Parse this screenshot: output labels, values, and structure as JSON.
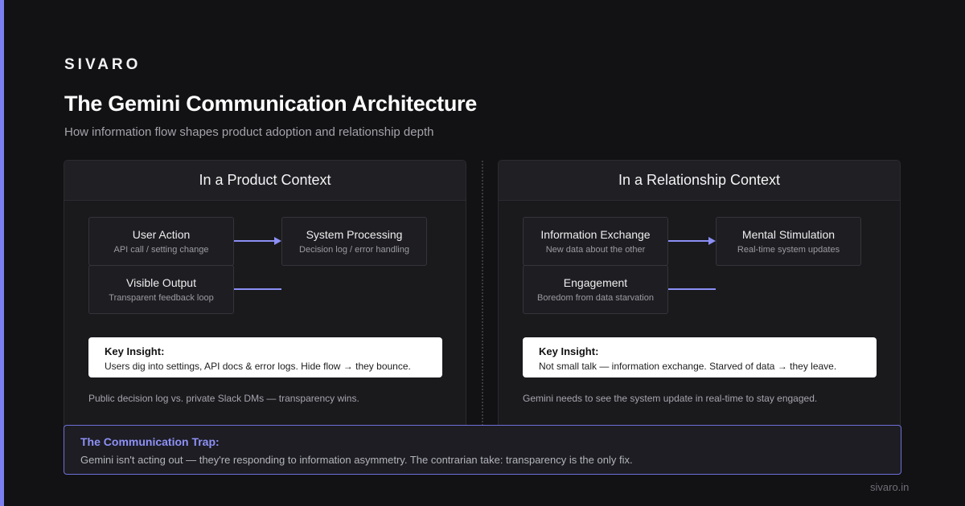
{
  "brand": "SIVARO",
  "title": "The Gemini Communication Architecture",
  "subtitle": "How information flow shapes product adoption and relationship depth",
  "colors": {
    "background": "#121214",
    "accent": "#7b7ff0",
    "arrow": "#8b8ff5",
    "panel": "#1a1a1d"
  },
  "left_panel": {
    "heading": "In a Product Context",
    "nodes": [
      {
        "title": "User Action",
        "subtitle": "API call / setting change"
      },
      {
        "title": "System Processing",
        "subtitle": "Decision log / error handling"
      },
      {
        "title": "Visible Output",
        "subtitle": "Transparent feedback loop"
      }
    ],
    "insight": {
      "label": "Key Insight:",
      "text": "Users dig into settings, API docs & error logs. Hide flow → they bounce."
    },
    "note": "Public decision log vs. private Slack DMs — transparency wins."
  },
  "right_panel": {
    "heading": "In a Relationship Context",
    "nodes": [
      {
        "title": "Information Exchange",
        "subtitle": "New data about the other"
      },
      {
        "title": "Mental Stimulation",
        "subtitle": "Real-time system updates"
      },
      {
        "title": "Engagement",
        "subtitle": "Boredom from data starvation"
      }
    ],
    "insight": {
      "label": "Key Insight:",
      "text": "Not small talk — information exchange. Starved of data → they leave."
    },
    "note": "Gemini needs to see the system update in real-time to stay engaged."
  },
  "trap": {
    "title": "The Communication Trap:",
    "body": "Gemini isn't acting out — they're responding to information asymmetry. The contrarian take: transparency is the only fix."
  },
  "footer": "sivaro.in"
}
